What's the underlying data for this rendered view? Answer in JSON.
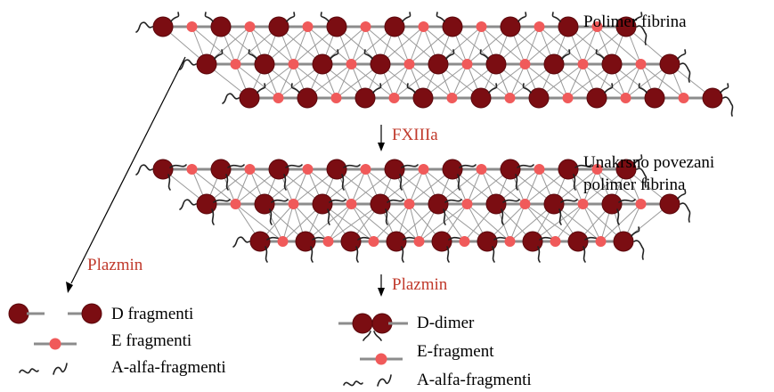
{
  "labels": {
    "polymer": "Polimer fibrina",
    "crosslinked_line1": "Unakrsno povezani",
    "crosslinked_line2": "polimer fibrina",
    "enzyme_fxiiia": "FXIIIa",
    "enzyme_plasmin_left": "Plazmin",
    "enzyme_plasmin_right": "Plazmin"
  },
  "legend_left": {
    "d": "D fragmenti",
    "e": "E fragmenti",
    "a": "A-alfa-fragmenti"
  },
  "legend_right": {
    "d": "D-dimer",
    "e": "E-fragment",
    "a": "A-alfa-fragmenti"
  },
  "colors": {
    "d_domain": "#7b0d12",
    "e_domain": "#f05a5a",
    "enzyme_text": "#c0392b",
    "strand": "#8c8c8c"
  }
}
